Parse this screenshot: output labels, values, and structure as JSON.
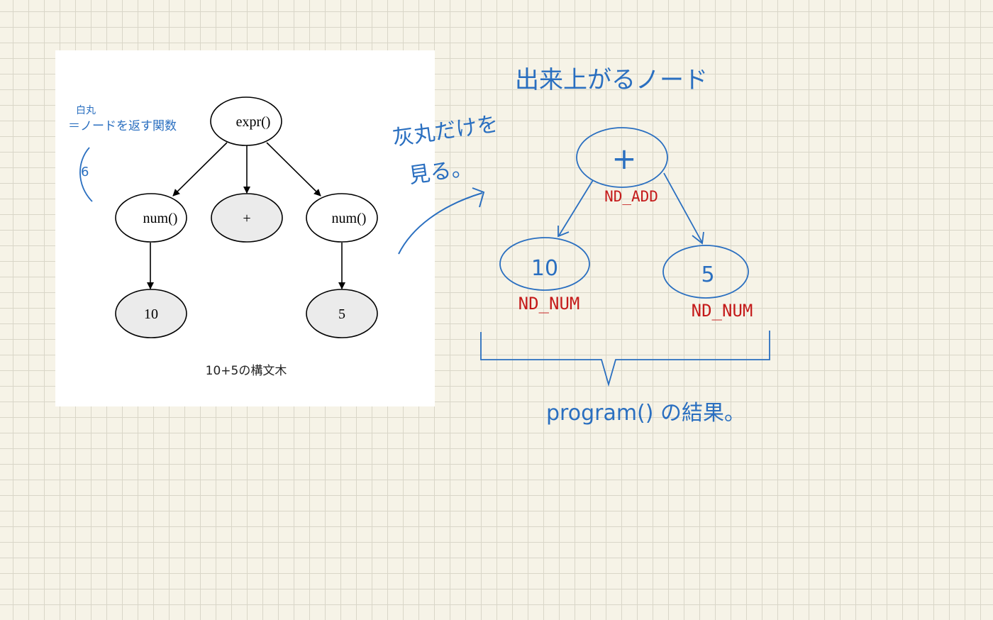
{
  "syntax_tree": {
    "root_label": "expr()",
    "children": [
      {
        "label": "num()",
        "child_label": "10"
      },
      {
        "label": "+"
      },
      {
        "label": "num()",
        "child_label": "5"
      }
    ],
    "caption": "10+5の構文木"
  },
  "annotations": {
    "white_circle_title": "白丸",
    "white_circle_desc": "＝ノードを返す関数",
    "white_circle_mark": "6",
    "gray_only_line1": "灰丸だけを",
    "gray_only_line2": "見る。",
    "result_title": "出来上がるノード",
    "result_caption": "program() の結果。"
  },
  "result_tree": {
    "root": {
      "label": "+",
      "kind": "ND_ADD"
    },
    "left": {
      "label": "10",
      "kind": "ND_NUM"
    },
    "right": {
      "label": "5",
      "kind": "ND_NUM"
    }
  },
  "colors": {
    "ink_blue": "#2a6fc0",
    "ink_red": "#c41a1a",
    "gray_fill": "#ebebeb"
  }
}
